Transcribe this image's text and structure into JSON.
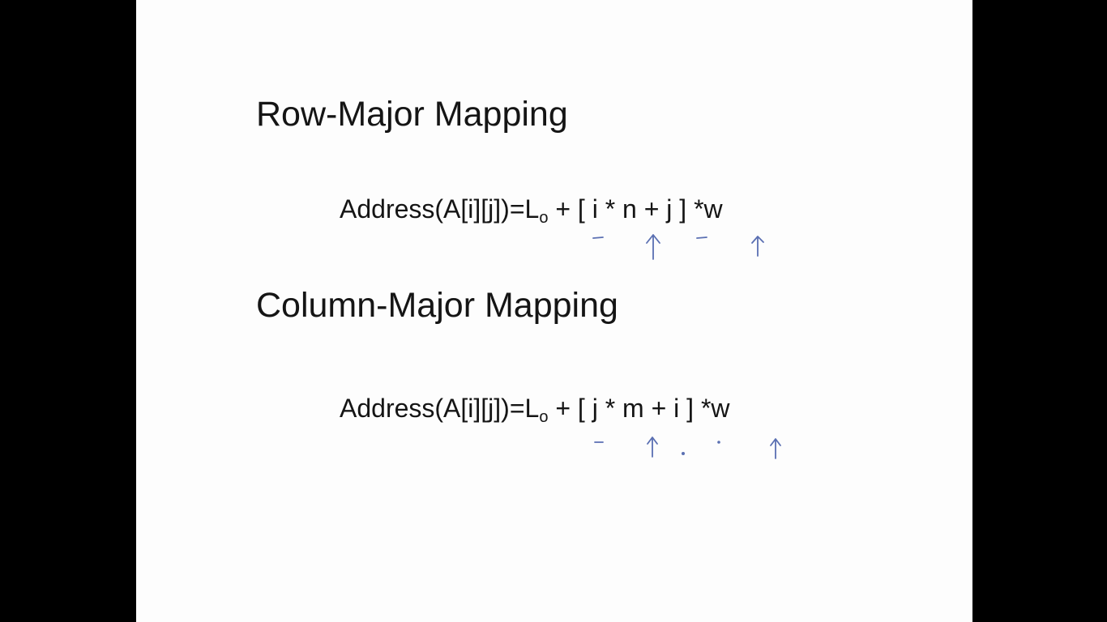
{
  "slide": {
    "row_major": {
      "heading": "Row-Major Mapping",
      "formula_prefix": "Address(A[i][j])=L",
      "formula_subscript": "o",
      "formula_suffix": " + [ i * n + j ] *w"
    },
    "column_major": {
      "heading": "Column-Major Mapping",
      "formula_prefix": "Address(A[i][j])=L",
      "formula_subscript": "o",
      "formula_suffix": " + [ j * m + i ] *w"
    },
    "annotation_color": "#5a6fb2",
    "text_color": "#151515",
    "background_color": "#fdfdfd"
  }
}
